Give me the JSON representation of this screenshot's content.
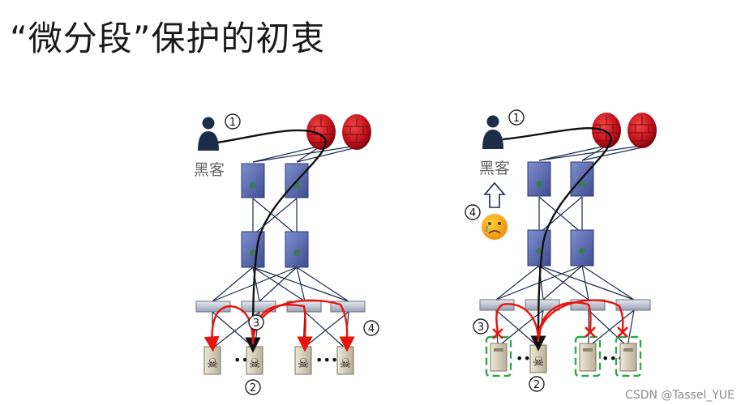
{
  "slide": {
    "title": "“微分段”保护的初衷",
    "watermark": "CSDN @Tassel_YUE"
  },
  "left_diagram": {
    "hacker_label": "黑客",
    "markers": [
      "1",
      "2",
      "3",
      "4"
    ]
  },
  "right_diagram": {
    "hacker_label": "黑客",
    "markers": [
      "1",
      "2",
      "3",
      "4"
    ]
  },
  "colors": {
    "attack_path": "#e8140c",
    "blocked_mark": "#e8140c",
    "protected_outline": "#2ea84a",
    "hacker": "#1c2d4a",
    "firewall": "#c8141c",
    "switch": "#5a6ca8"
  }
}
